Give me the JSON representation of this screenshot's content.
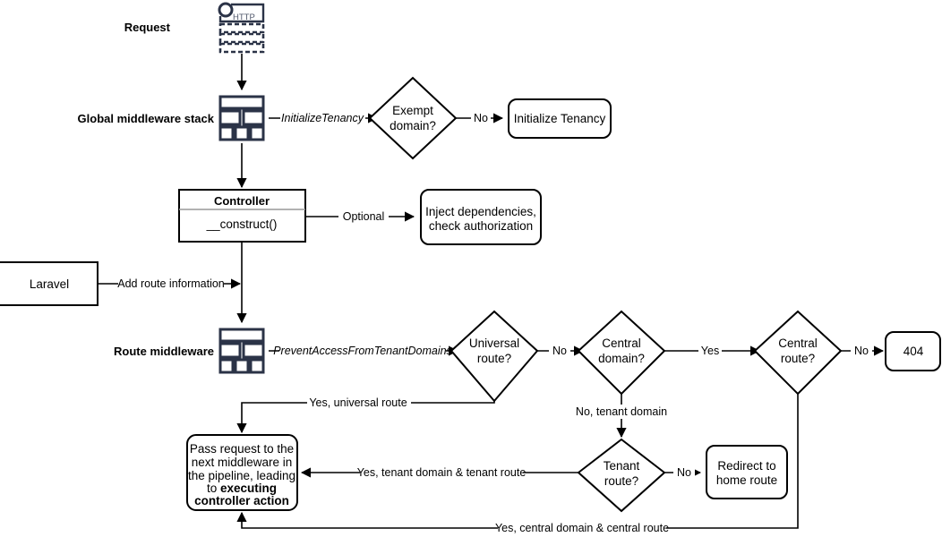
{
  "diagram": {
    "title": "Laravel multi-tenancy request lifecycle flowchart",
    "colors": {
      "stroke": "#000000",
      "icon": "#2b3347",
      "background": "#ffffff"
    },
    "side_labels": {
      "request": "Request",
      "global_middleware_stack": "Global middleware stack",
      "route_middleware": "Route middleware"
    },
    "icons": {
      "http_request": "http-request-icon",
      "http_badge_text": "HTTP",
      "middleware_stack": "middleware-stack-icon"
    },
    "nodes": {
      "exempt_domain": "Exempt\ndomain?",
      "exempt_domain_line1": "Exempt",
      "exempt_domain_line2": "domain?",
      "initialize_tenancy": "Initialize Tenancy",
      "controller_title": "Controller",
      "controller_method": "__construct()",
      "inject_dependencies_line1": "Inject dependencies,",
      "inject_dependencies_line2": "check authorization",
      "laravel": "Laravel",
      "universal_route_line1": "Universal",
      "universal_route_line2": "route?",
      "central_domain_line1": "Central",
      "central_domain_line2": "domain?",
      "central_route_line1": "Central",
      "central_route_line2": "route?",
      "not_found": "404",
      "tenant_route_line1": "Tenant",
      "tenant_route_line2": "route?",
      "redirect_home_line1": "Redirect to",
      "redirect_home_line2": "home route",
      "pass_request_line1": "Pass request to the",
      "pass_request_line2": "next middleware in",
      "pass_request_line3": "the pipeline, leading",
      "pass_request_line4": "to",
      "pass_request_line4_bold": "executing",
      "pass_request_line5_bold": "controller action"
    },
    "edges": {
      "initialize_tenancy_mw": "InitializeTenancy",
      "exempt_no": "No",
      "optional": "Optional",
      "add_route_information": "Add route information",
      "prevent_access": "PreventAccessFromTenantDomains",
      "universal_no": "No",
      "central_domain_yes": "Yes",
      "central_route_no": "No",
      "no_tenant_domain": "No, tenant domain",
      "tenant_route_no": "No",
      "yes_universal_route": "Yes, universal route",
      "yes_tenant_domain_tenant_route": "Yes, tenant domain & tenant route",
      "yes_central_domain_central_route": "Yes, central domain & central route"
    }
  }
}
